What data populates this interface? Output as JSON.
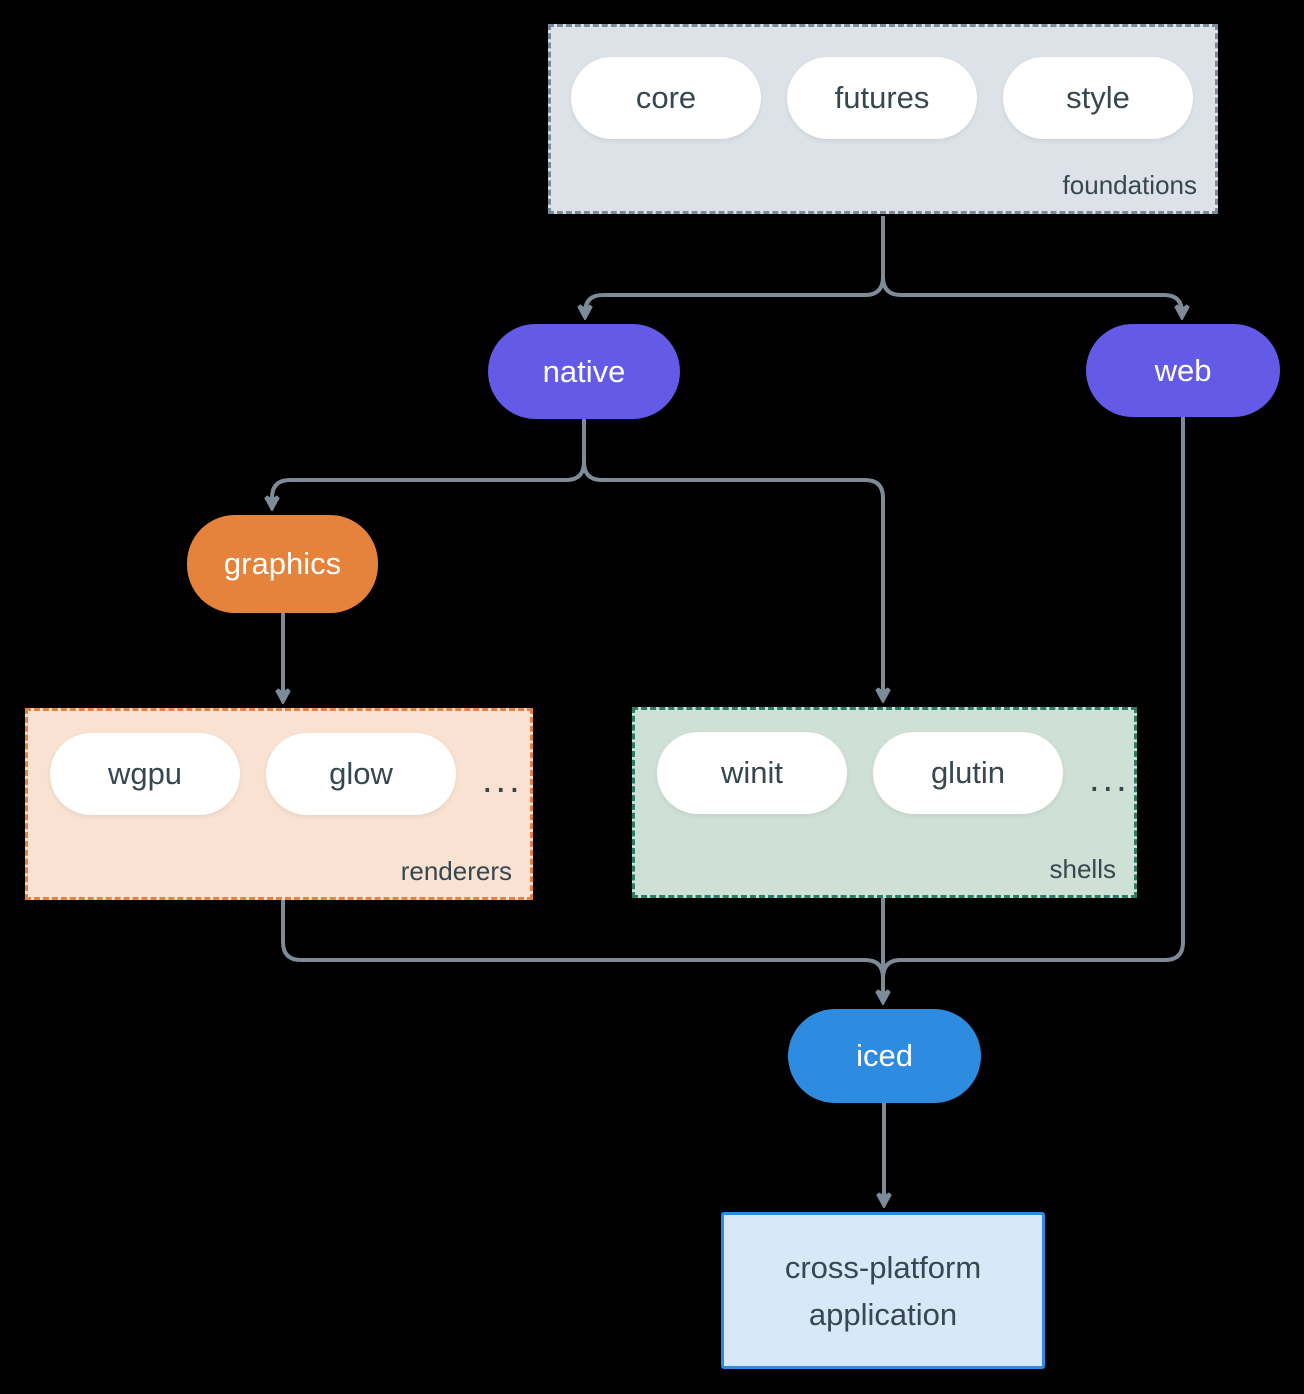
{
  "groups": {
    "foundations": {
      "label": "foundations",
      "items": [
        "core",
        "futures",
        "style"
      ]
    },
    "renderers": {
      "label": "renderers",
      "items": [
        "wgpu",
        "glow"
      ],
      "ellipsis": "..."
    },
    "shells": {
      "label": "shells",
      "items": [
        "winit",
        "glutin"
      ],
      "ellipsis": "..."
    }
  },
  "nodes": {
    "native": "native",
    "web": "web",
    "graphics": "graphics",
    "iced": "iced",
    "application": "cross-platform application"
  },
  "colors": {
    "background": "#000000",
    "arrow": "#7D8B98",
    "purple_node": "#645AE8",
    "orange_node": "#E5823B",
    "blue_node": "#2E8CE0",
    "foundations_fill": "#DCE2E7",
    "foundations_border": "#7D8B98",
    "renderers_fill": "#F9E2D2",
    "renderers_border": "#E5823B",
    "shells_fill": "#CFE0D7",
    "shells_border": "#2A7D6A",
    "application_fill": "#D8E8F8",
    "application_border": "#2E8CE0",
    "dark_text": "#37474F",
    "light_text": "#FFFFFF"
  }
}
